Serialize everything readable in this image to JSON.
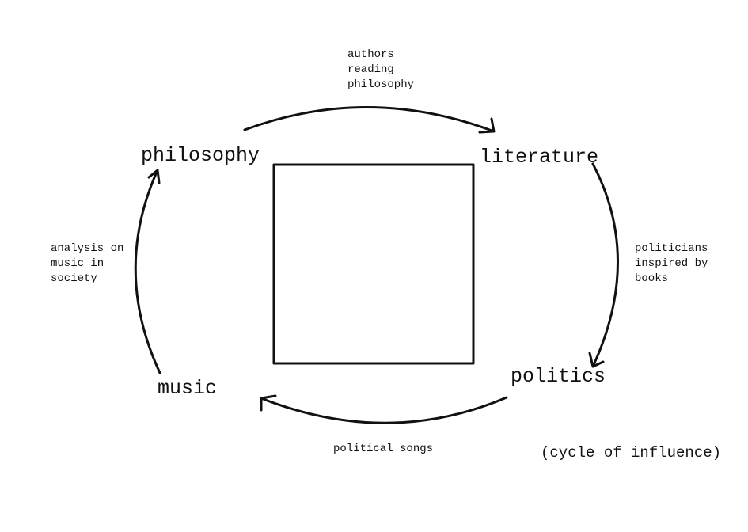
{
  "nodes": {
    "philosophy": "philosophy",
    "literature": "literature",
    "politics": "politics",
    "music": "music"
  },
  "edges": {
    "philosophy_to_literature": [
      "authors",
      "reading",
      "philosophy"
    ],
    "literature_to_politics": [
      "politicians",
      "inspired by",
      "books"
    ],
    "politics_to_music": [
      "political songs"
    ],
    "music_to_philosophy": [
      "analysis on",
      "music in",
      "society"
    ]
  },
  "caption": "(cycle of influence)",
  "colors": {
    "stroke": "#111111",
    "background": "#ffffff"
  }
}
